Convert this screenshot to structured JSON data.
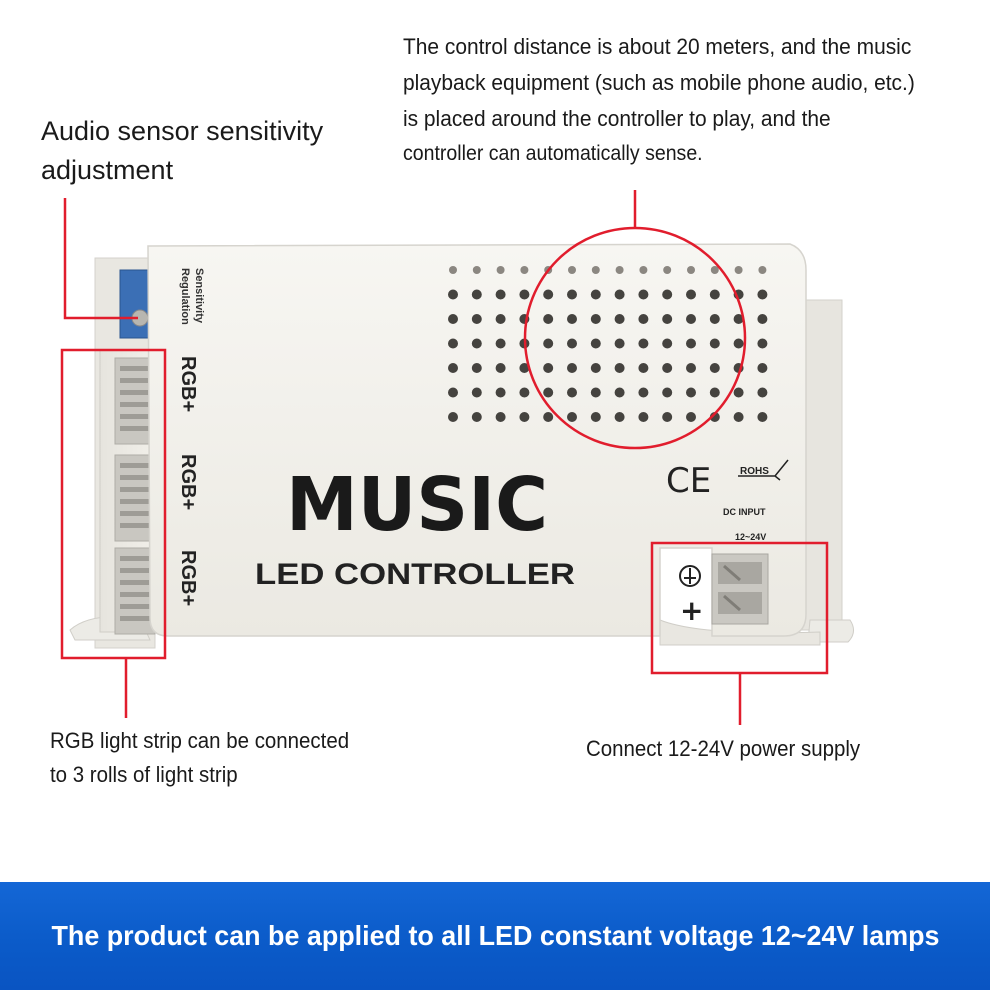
{
  "callouts": {
    "distance": [
      "The control distance is about 20 meters, and  the music",
      "playback equipment (such as mobile phone audio, etc.)",
      "is placed around the controller to play, and the",
      "controller can automatically sense."
    ],
    "sensor": [
      "Audio sensor sensitivity",
      "adjustment"
    ],
    "strip": [
      "RGB light strip can be connected",
      "to 3 rolls of light strip"
    ],
    "power": "Connect 12-24V power supply"
  },
  "device": {
    "knob_label": [
      "Sensitivity",
      "Regulation"
    ],
    "ports": [
      "RGB+",
      "RGB+",
      "RGB+"
    ],
    "logo": "MUSIC",
    "product_name": "LED CONTROLLER",
    "ce_mark": "CE",
    "rohs_mark": "ROHS",
    "input_label": "DC INPUT",
    "input_range": "12~24V",
    "plus_symbol": "+"
  },
  "banner": {
    "text": "The product can be applied to all LED constant voltage 12~24V lamps"
  },
  "colors": {
    "highlight": "#e11d2d",
    "banner": "#0b5bc9",
    "case": "#f4f2ec"
  }
}
